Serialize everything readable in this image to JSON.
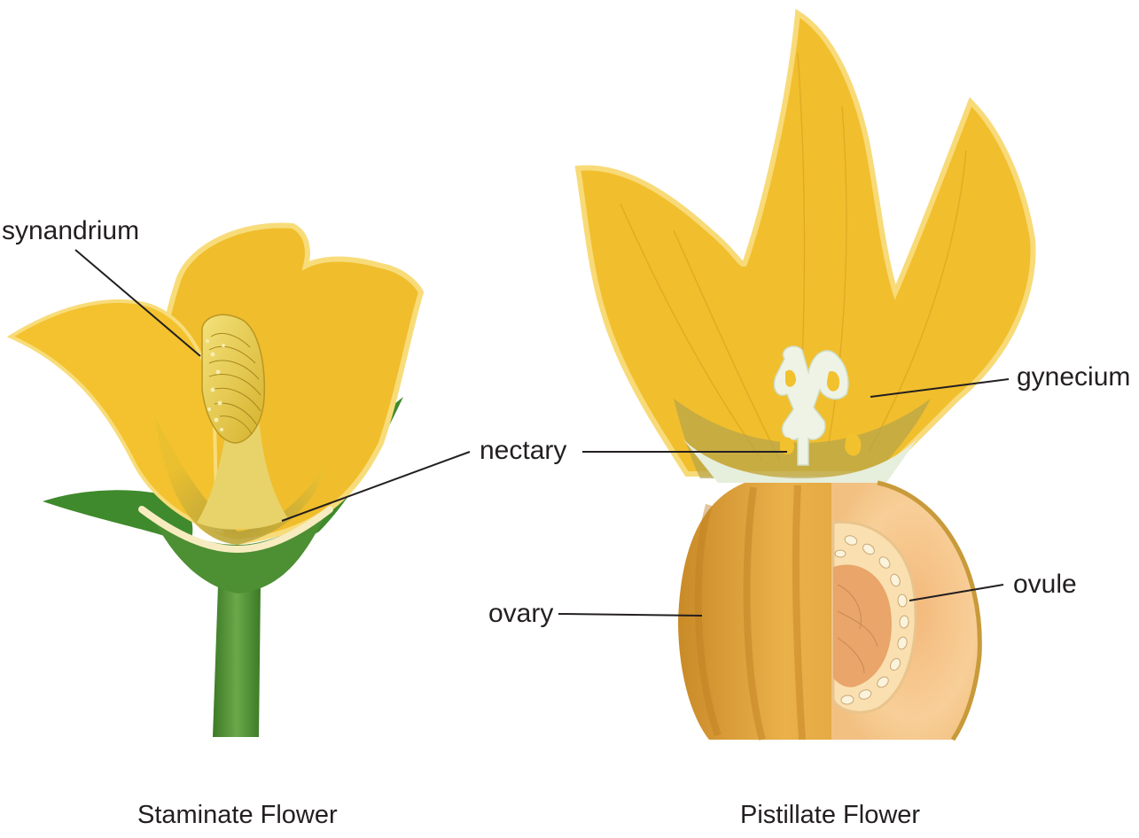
{
  "labels": {
    "synandrium": "synandrium",
    "nectary": "nectary",
    "gynecium": "gynecium",
    "ovule": "ovule",
    "ovary": "ovary"
  },
  "captions": {
    "staminate": "Staminate Flower",
    "pistillate": "Pistillate Flower"
  },
  "colors": {
    "petal": "#f2c12e",
    "petal_edge": "#f8dc7a",
    "petal_shadow": "#c9a52a",
    "sepal": "#3f8a2c",
    "stem": "#5a9a3a",
    "synandrium": "#e4c23a",
    "ovary_skin": "#e0a23a",
    "ovary_flesh": "#f5c78a",
    "ovule": "#fbf3dc",
    "gynecium": "#eef3e6",
    "leader": "#231f20"
  }
}
